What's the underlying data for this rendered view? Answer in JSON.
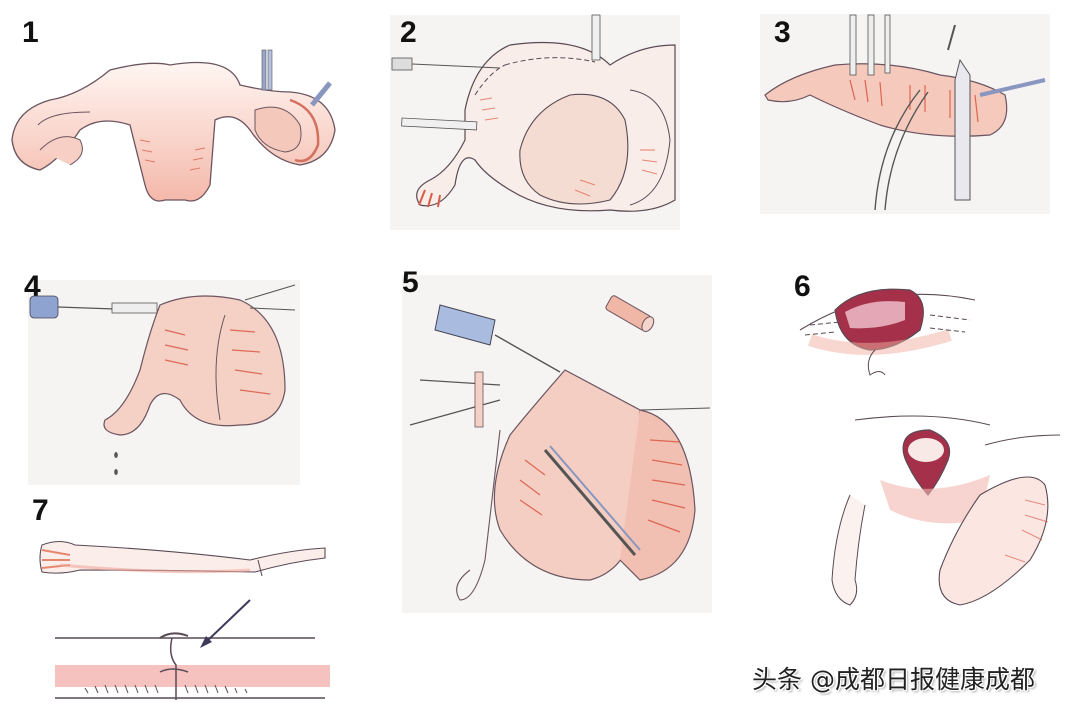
{
  "figure": {
    "description": "Seven-step surgical illustration of fallopian tube procedure",
    "panels": [
      {
        "number": "1",
        "subject": "uterus with fallopian tubes and ovaries, clamp on right tube"
      },
      {
        "number": "2",
        "subject": "needle injection into tube mesentery with retractor"
      },
      {
        "number": "3",
        "subject": "tube elevated by clamps, cut with scissors"
      },
      {
        "number": "4",
        "subject": "syringe irrigation of tube, droplets from fimbriae"
      },
      {
        "number": "5",
        "subject": "syringe with catheter, scissors dissecting, stent tube"
      },
      {
        "number": "6",
        "subject": "two views of incision site with sutures"
      },
      {
        "number": "7",
        "subject": "reconnected tube and suture anastomosis detail with arrow"
      }
    ]
  },
  "watermark": {
    "text": "头条 @成都日报健康成都"
  },
  "colors": {
    "tissue_fill": "#f7d6cf",
    "tissue_shade": "#e8735f",
    "outline": "#5a4a55",
    "instrument": "#9aa6c8",
    "panel_bg": "#f6f4f2"
  }
}
